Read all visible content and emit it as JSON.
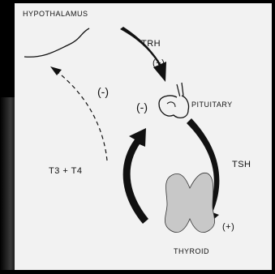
{
  "diagram": {
    "nodes": {
      "hypothalamus": "HYPOTHALAMUS",
      "pituitary": "PITUITARY",
      "thyroid": "THYROID"
    },
    "edges": {
      "trh": "TRH",
      "trh_sign": "(+)",
      "tsh": "TSH",
      "tsh_sign": "(+)",
      "hormones": "T3 + T4",
      "feedback_hypothalamus_sign": "(-)",
      "feedback_pituitary_sign": "(-)"
    },
    "colors": {
      "background": "#000000",
      "panel": "#f2f2f2",
      "ink": "#111111",
      "thyroid_fill": "#c8c8c8"
    }
  }
}
